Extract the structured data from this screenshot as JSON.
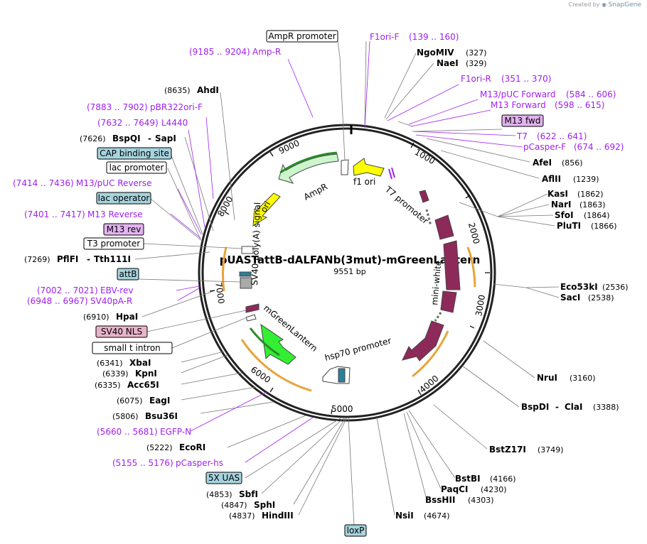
{
  "credit": {
    "prefix": "Created by",
    "brand": "SnapGene"
  },
  "map": {
    "name": "pUASTattB-dALFANb(3mut)-mGreenLantern",
    "length_label": "9551 bp",
    "ticks": [
      "1000",
      "2000",
      "3000",
      "4000",
      "5000",
      "6000",
      "7000",
      "8000",
      "9000"
    ],
    "features": [
      {
        "label": "AmpR",
        "color": "#ccf5cc"
      },
      {
        "label": "ori",
        "color": "#ffff00"
      },
      {
        "label": "f1 ori",
        "color": "#ffff00"
      },
      {
        "label": "T7 promoter",
        "color": "#ffffff"
      },
      {
        "label": "mini-white",
        "color": "#8e2a5a"
      },
      {
        "label": "hsp70 promoter",
        "color": "#ffffff"
      },
      {
        "label": "mGreenLantern",
        "color": "#33ee33"
      },
      {
        "label": "SV40 poly(A) signal",
        "color": "#ffffff"
      }
    ],
    "labels": {
      "ampr_promoter": "AmpR promoter",
      "f1ori_f": "F1ori-F",
      "f1ori_f_pos": "(139 .. 160)",
      "ngomiv": "NgoMIV",
      "ngomiv_pos": "(327)",
      "naei": "NaeI",
      "naei_pos": "(329)",
      "f1ori_r": "F1ori-R",
      "f1ori_r_pos": "(351 .. 370)",
      "m13puc_fwd": "M13/pUC Forward",
      "m13puc_fwd_pos": "(584 .. 606)",
      "m13_fwd": "M13 Forward",
      "m13_fwd_pos": "(598 .. 615)",
      "m13_fwd_box": "M13 fwd",
      "t7": "T7",
      "t7_pos": "(622 .. 641)",
      "pcasper_f": "pCasper-F",
      "pcasper_f_pos": "(674 .. 692)",
      "afei": "AfeI",
      "afei_pos": "(856)",
      "aflii": "AflII",
      "aflii_pos": "(1239)",
      "kasi": "KasI",
      "kasi_pos": "(1862)",
      "nari": "NarI",
      "nari_pos": "(1863)",
      "sfoi": "SfoI",
      "sfoi_pos": "(1864)",
      "pluti": "PluTI",
      "pluti_pos": "(1866)",
      "eco53ki": "Eco53kI",
      "eco53ki_pos": "(2536)",
      "saci": "SacI",
      "saci_pos": "(2538)",
      "nrui": "NruI",
      "nrui_pos": "(3160)",
      "bspdi": "BspDI",
      "clai": "ClaI",
      "bspdi_pos": "(3388)",
      "bstz17i": "BstZ17I",
      "bstz17i_pos": "(3749)",
      "bstbi": "BstBI",
      "bstbi_pos": "(4166)",
      "paqci": "PaqCI",
      "paqci_pos": "(4230)",
      "bsshii": "BssHII",
      "bsshii_pos": "(4303)",
      "nsii": "NsiI",
      "nsii_pos": "(4674)",
      "loxp": "loxP",
      "hindiii": "HindIII",
      "hindiii_pos": "(4837)",
      "sphi": "SphI",
      "sphi_pos": "(4847)",
      "sbfi": "SbfI",
      "sbfi_pos": "(4853)",
      "uas5x": "5X UAS",
      "pcasper_hs": "pCasper-hs",
      "pcasper_hs_pos": "(5155 .. 5176)",
      "ecori": "EcoRI",
      "ecori_pos": "(5222)",
      "egfp_n": "EGFP-N",
      "egfp_n_pos": "(5660 .. 5681)",
      "bsu36i": "Bsu36I",
      "bsu36i_pos": "(5806)",
      "eagi": "EagI",
      "eagi_pos": "(6075)",
      "acc65i": "Acc65I",
      "acc65i_pos": "(6335)",
      "kpni": "KpnI",
      "kpni_pos": "(6339)",
      "xbai": "XbaI",
      "xbai_pos": "(6341)",
      "small_t": "small t intron",
      "sv40_nls": "SV40 NLS",
      "hpai": "HpaI",
      "hpai_pos": "(6910)",
      "sv40pa_r": "SV40pA-R",
      "sv40pa_r_pos": "(6948 .. 6967)",
      "ebv_rev": "EBV-rev",
      "ebv_rev_pos": "(7002 .. 7021)",
      "attb": "attB",
      "pflfi": "PflFI",
      "tth111i": "Tth111I",
      "pflfi_pos": "(7269)",
      "t3_promoter": "T3 promoter",
      "m13_rev_box": "M13 rev",
      "m13_reverse": "M13 Reverse",
      "m13_reverse_pos": "(7401 .. 7417)",
      "m13puc_rev": "M13/pUC Reverse",
      "m13puc_rev_pos": "(7414 .. 7436)",
      "lac_operator": "lac operator",
      "lac_promoter": "lac promoter",
      "cap_site": "CAP binding site",
      "bspqi": "BspQI",
      "sapi": "SapI",
      "bspqi_pos": "(7626)",
      "l4440": "L4440",
      "l4440_pos": "(7632 .. 7649)",
      "pbr322": "pBR322ori-F",
      "pbr322_pos": "(7883 .. 7902)",
      "ahdi": "AhdI",
      "ahdi_pos": "(8635)",
      "amp_r": "Amp-R",
      "amp_r_pos": "(9185 .. 9204)"
    }
  }
}
